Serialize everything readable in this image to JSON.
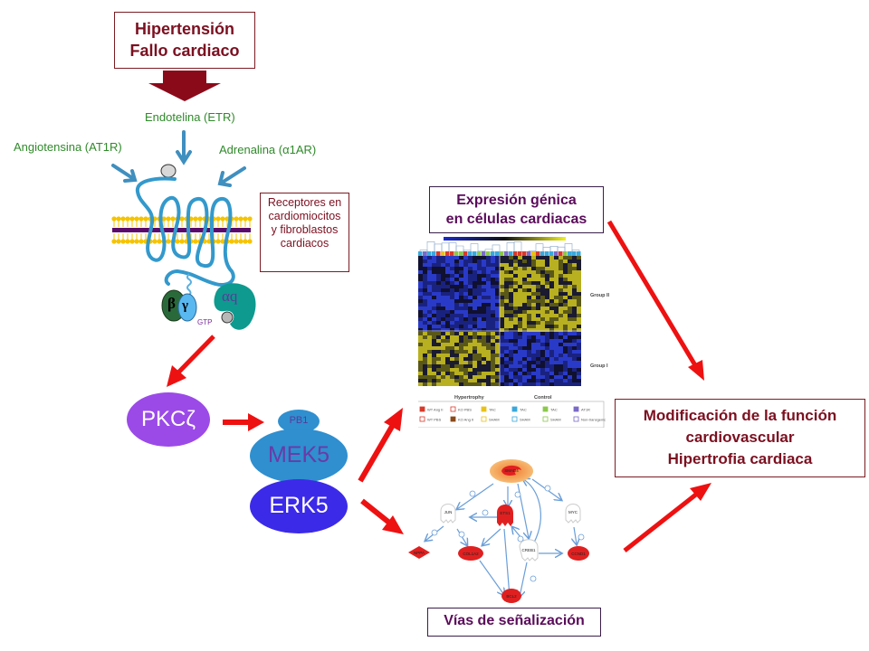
{
  "top_box": {
    "line1": "Hipertensión",
    "line2": "Fallo cardiaco"
  },
  "ligands": {
    "endotelina": "Endotelina (ETR)",
    "angiotensina": "Angiotensina (AT1R)",
    "adrenalina": "Adrenalina (α1AR)"
  },
  "receptor_box": {
    "line1": "Receptores en",
    "line2": "cardiomiocitos",
    "line3": "y fibroblastos",
    "line4": "cardiacos"
  },
  "g_protein": {
    "beta": "β",
    "gamma": "γ",
    "alpha": "αq",
    "gtp": "GTP"
  },
  "kinases": {
    "pkc": "PKCζ",
    "pb1": "PB1",
    "mek5": "MEK5",
    "erk5": "ERK5"
  },
  "expression_box": {
    "line1": "Expresión génica",
    "line2": "en células cardiacas"
  },
  "heatmap": {
    "group_top": "Group II",
    "group_bottom": "Group I",
    "col_left": "Hypertrophy",
    "col_right": "Control",
    "legend": [
      {
        "label": "WT Ang II",
        "color": "#d83a2a",
        "filled": true
      },
      {
        "label": "KO PBS",
        "color": "#d83a2a",
        "filled": false
      },
      {
        "label": "TAC",
        "color": "#e8c21a",
        "filled": true
      },
      {
        "label": "TAC",
        "color": "#3aa8dc",
        "filled": true
      },
      {
        "label": "TAC",
        "color": "#8cc84a",
        "filled": true
      },
      {
        "label": "AT1R",
        "color": "#7a6ac8",
        "filled": true
      },
      {
        "label": "WT PBS",
        "color": "#d83a2a",
        "filled": false
      },
      {
        "label": "KO Ang II",
        "color": "#8a4a1a",
        "filled": true
      },
      {
        "label": "SHAM",
        "color": "#e8c21a",
        "filled": false
      },
      {
        "label": "SHAM",
        "color": "#3aa8dc",
        "filled": false
      },
      {
        "label": "SHAM",
        "color": "#8cc84a",
        "filled": false
      },
      {
        "label": "Non-transgenic",
        "color": "#7a6ac8",
        "filled": false
      }
    ]
  },
  "network": {
    "nodes": [
      "SMAD4",
      "JUN",
      "ETS1",
      "MYC",
      "NPPA",
      "COL1A2",
      "CREB1",
      "CCND1",
      "BCL2"
    ]
  },
  "pathways_box": {
    "label": "Vías de señalización"
  },
  "outcome_box": {
    "line1": "Modificación de la función",
    "line2": "cardiovascular",
    "line3": "Hipertrofia cardiaca"
  },
  "colors": {
    "dark_red": "#7b1020",
    "arrow_red": "#ee1111",
    "ligand_green": "#2f8a2a",
    "receptor_blue": "#3399cc",
    "pkc_purple": "#9b4ae8",
    "mek5_blue": "#2f8fcf",
    "erk5_blue": "#3b2ae8",
    "membrane_yellow": "#f5c400",
    "membrane_purple": "#5a0a6a"
  }
}
